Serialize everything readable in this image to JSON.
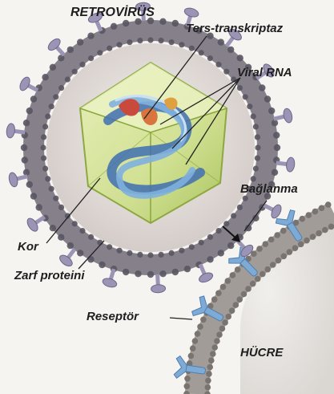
{
  "title": "RETROVİRÜS",
  "labels": {
    "reverse_transcriptase": "Ters-transkriptaz",
    "viral_rna": "Viral RNA",
    "binding": "Bağlanma",
    "core": "Kor",
    "envelope_protein": "Zarf proteini",
    "receptor": "Reseptör",
    "cell": "HÜCRE"
  },
  "colors": {
    "membrane": "#86808a",
    "membrane_dark": "#5a5560",
    "spike": "#9c94b4",
    "capsid": "#cfe08e",
    "capsid_edge": "#8aa63a",
    "rna": "#5a8cc8",
    "enzyme": "#c94a3c",
    "receptor": "#7eaad6",
    "cell_membrane": "#a29c98"
  }
}
